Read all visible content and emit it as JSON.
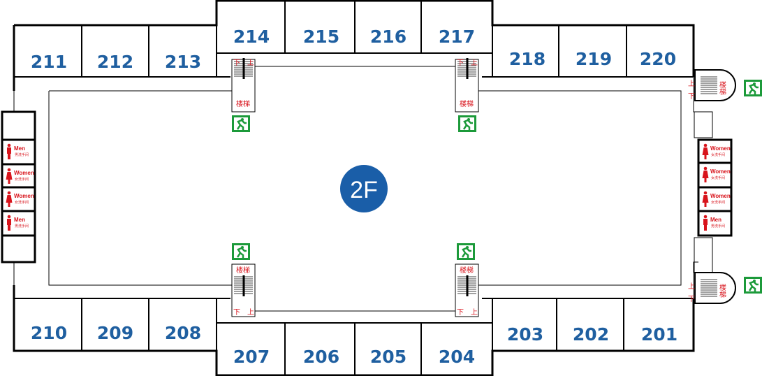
{
  "floor_label": "2F",
  "rooms": [
    "211",
    "212",
    "213",
    "214",
    "215",
    "216",
    "217",
    "218",
    "219",
    "220",
    "210",
    "209",
    "208",
    "207",
    "206",
    "205",
    "204",
    "203",
    "202",
    "201"
  ],
  "restrooms": {
    "left": [
      {
        "en": "Men",
        "cn": "男洗手间",
        "type": "men"
      },
      {
        "en": "Women",
        "cn": "女洗手间",
        "type": "women"
      },
      {
        "en": "Women",
        "cn": "女洗手间",
        "type": "women"
      },
      {
        "en": "Men",
        "cn": "男洗手间",
        "type": "men"
      }
    ],
    "right": [
      {
        "en": "Women",
        "cn": "女洗手间",
        "type": "women"
      },
      {
        "en": "Women",
        "cn": "女洗手间",
        "type": "women"
      },
      {
        "en": "Women",
        "cn": "女洗手间",
        "type": "women"
      },
      {
        "en": "Men",
        "cn": "男洗手间",
        "type": "men"
      }
    ]
  },
  "stairs": {
    "label": "楼梯",
    "down": "下",
    "up": "上"
  },
  "colors": {
    "room_text": "#1f5fa0",
    "floor_badge": "#1a5ea8",
    "restroom": "#d8141c",
    "exit": "#1c9a3a",
    "walls": "#000000"
  }
}
